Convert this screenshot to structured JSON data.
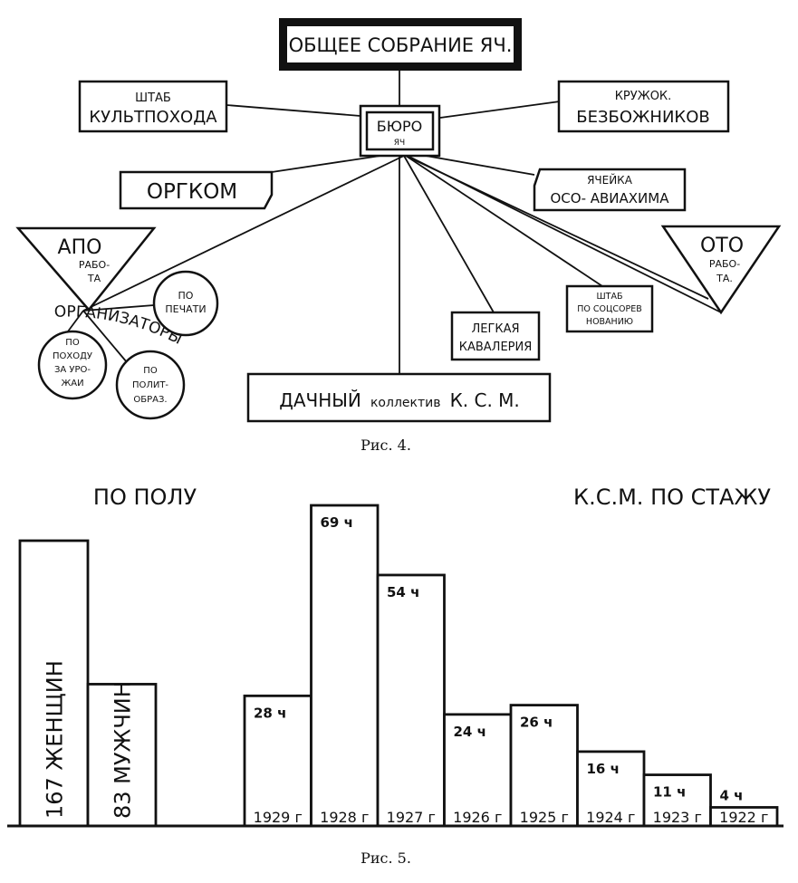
{
  "fig4": {
    "general_meeting": "ОБЩЕЕ СОБРАНИЕ ЯЧ.",
    "bureau_line1": "БЮРО",
    "bureau_line2": "ЯЧ",
    "kultpokhod_line1": "ШТАБ",
    "kultpokhod_line2": "КУЛЬТПОХОДА",
    "atheists_line1": "КРУЖОК.",
    "atheists_line2": "БЕЗБОЖНИКОВ",
    "orgkom": "ОРГКОМ",
    "osoaviakhim_line1": "ЯЧЕЙКА",
    "osoaviakhim_line2": "ОСО- АВИАХИМА",
    "apo_title": "АПО",
    "apo_sub1": "РАБО-",
    "apo_sub2": "ТА",
    "oto_title": "ОТО",
    "oto_sub1": "РАБО-",
    "oto_sub2": "ТА.",
    "organizers_label": "ОРГАНИЗАТОРЫ",
    "press_line1": "ПО",
    "press_line2": "ПЕЧАТИ",
    "harvest_line1": "ПО",
    "harvest_line2": "ПОХОДУ",
    "harvest_line3": "ЗА УРО-",
    "harvest_line4": "ЖАИ",
    "polit_line1": "ПО",
    "polit_line2": "ПОЛИТ-",
    "polit_line3": "ОБРАЗ.",
    "cavalry_line1": "ЛЕГКАЯ",
    "cavalry_line2": "КАВАЛЕРИЯ",
    "competition_line1": "ШТАБ",
    "competition_line2": "ПО СОЦСОРЕВ",
    "competition_line3": "НОВАНИЮ",
    "dacha_big": "ДАЧНЫЙ",
    "dacha_small": "коллектив",
    "dacha_end": "К. С. М.",
    "caption": "Рис. 4."
  },
  "fig5": {
    "caption": "Рис. 5."
  },
  "chart_data": [
    {
      "type": "bar",
      "title": "ПО ПОЛУ",
      "categories": [
        "ЖЕНЩИН",
        "МУЖЧИН"
      ],
      "values": [
        167,
        83
      ],
      "bar_labels": [
        "167 ЖЕНЩИН",
        "83 МУЖЧИН"
      ],
      "label_orientation": "vertical"
    },
    {
      "type": "bar",
      "title": "К.С.М. ПО СТАЖУ",
      "categories": [
        "1929 г",
        "1928 г",
        "1927 г",
        "1926 г",
        "1925 г",
        "1924 г",
        "1923 г",
        "1922 г"
      ],
      "values": [
        28,
        69,
        54,
        24,
        26,
        16,
        11,
        4
      ],
      "value_labels": [
        "28 ч",
        "69 ч",
        "54 ч",
        "24 ч",
        "26 ч",
        "16 ч",
        "11 ч",
        "4 ч"
      ]
    }
  ],
  "colors": {
    "ink": "#111111",
    "paper": "#ffffff"
  }
}
